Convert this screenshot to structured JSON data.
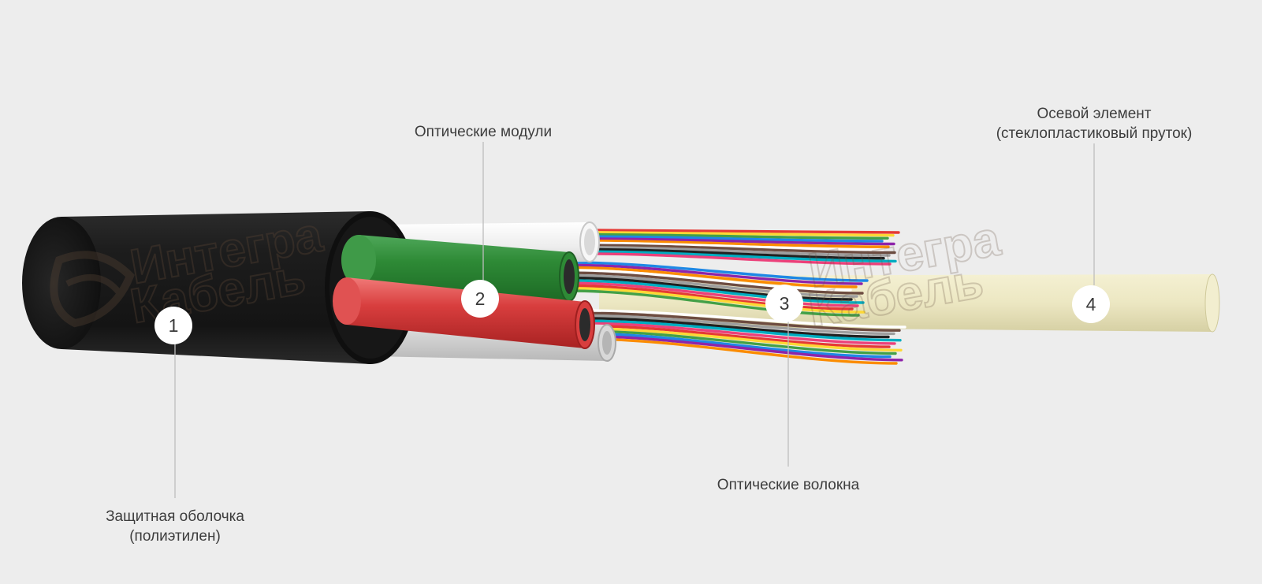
{
  "diagram": {
    "watermark_lines": [
      "Интегра",
      "Кабель"
    ],
    "callouts": [
      {
        "number": "1",
        "lines": [
          "Защитная оболочка",
          "(полиэтилен)"
        ]
      },
      {
        "number": "2",
        "lines": [
          "Оптические модули"
        ]
      },
      {
        "number": "3",
        "lines": [
          "Оптические волокна"
        ]
      },
      {
        "number": "4",
        "lines": [
          "Осевой элемент",
          "(стеклопластиковый пруток)"
        ]
      }
    ],
    "colors": {
      "background": "#ededed",
      "jacket": "#1b1b1b",
      "module_green": "#2f8a34",
      "module_red": "#d23b3b",
      "module_white": "#f4f4f4",
      "module_grey": "#cfcfcf",
      "central_rod": "#ece7c2",
      "leader_line": "#bdbdbd",
      "badge": "#ffffff"
    }
  }
}
